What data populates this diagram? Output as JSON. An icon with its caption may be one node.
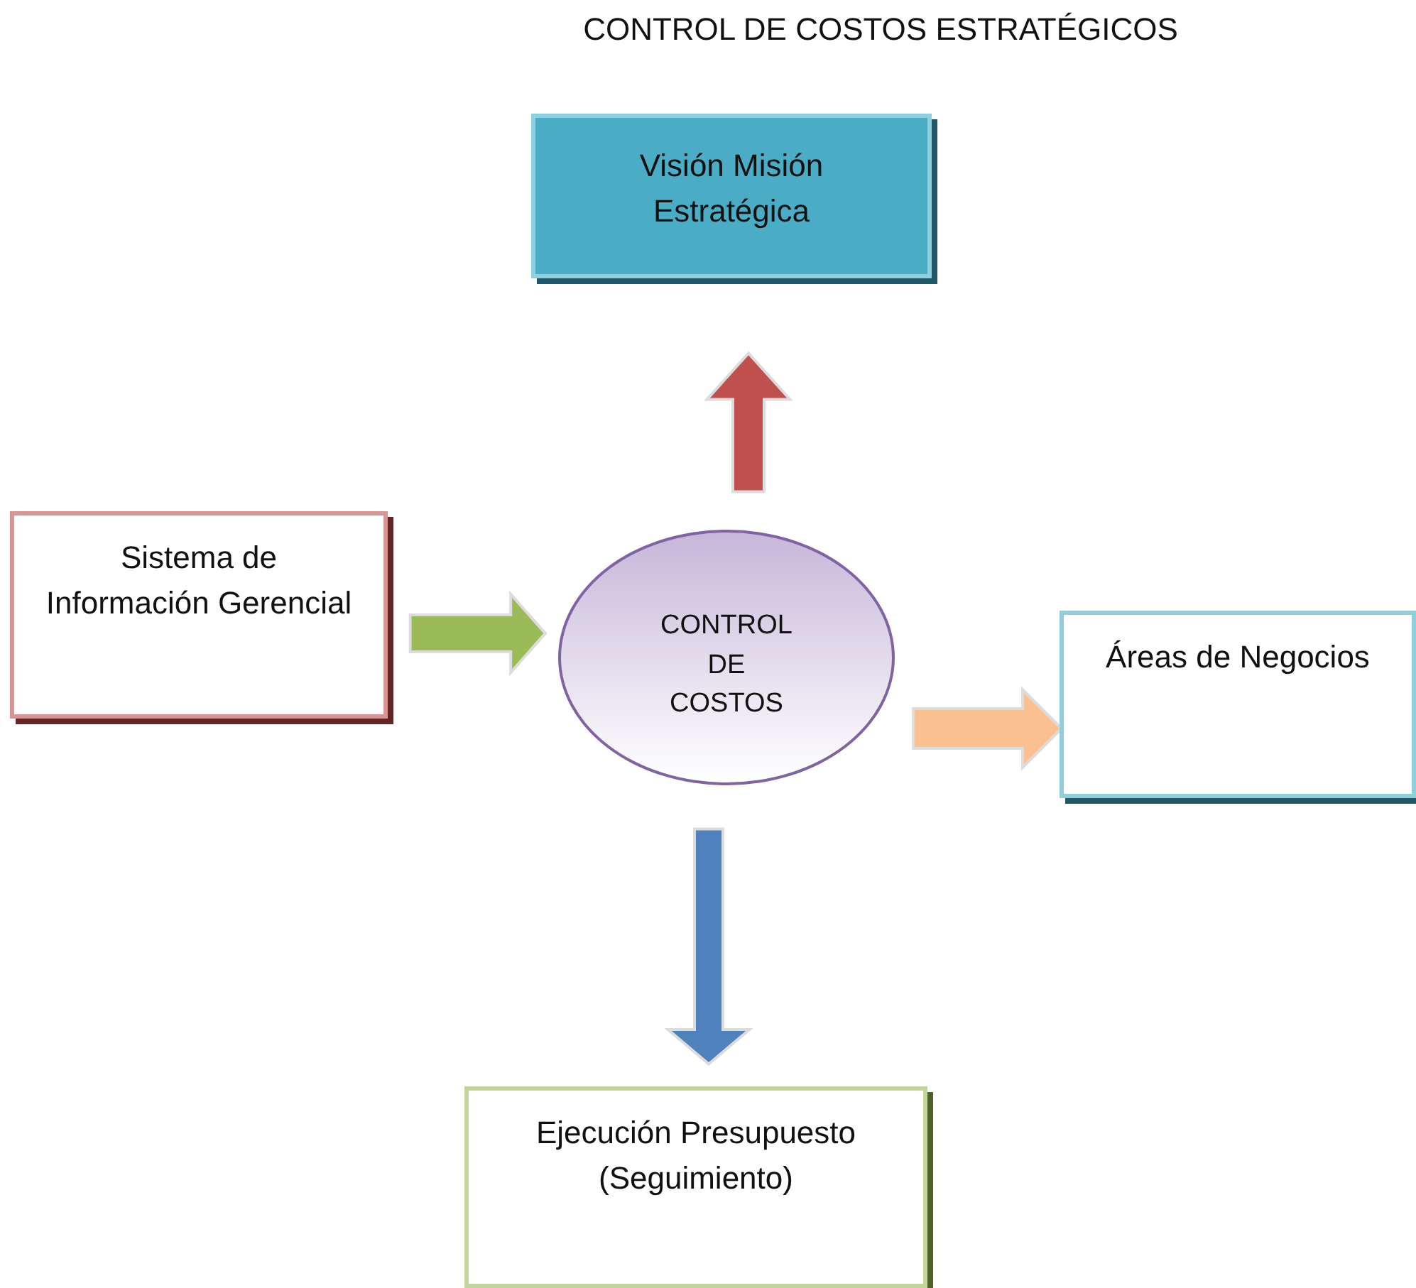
{
  "diagram": {
    "title": "CONTROL DE COSTOS ESTRATÉGICOS",
    "nodes": [
      {
        "text": [
          "Visión Misión Estratégica"
        ]
      },
      {
        "text": [
          "Sistema de Información Gerencial"
        ]
      },
      {
        "text": [
          "CONTROL DE COSTOS"
        ]
      },
      {
        "text": [
          "Áreas de Negocios"
        ]
      },
      {
        "text": [
          "Ejecución Presupuesto (Seguimiento)"
        ]
      }
    ],
    "edges": [
      {
        "from": 2,
        "to": 0,
        "arrow": "to",
        "color": "#c0504d"
      },
      {
        "from": 1,
        "to": 2,
        "arrow": "to",
        "color": "#9bbb59"
      },
      {
        "from": 2,
        "to": 3,
        "arrow": "to",
        "color": "#fac090"
      },
      {
        "from": 2,
        "to": 4,
        "arrow": "to",
        "color": "#4f81bd"
      }
    ]
  }
}
